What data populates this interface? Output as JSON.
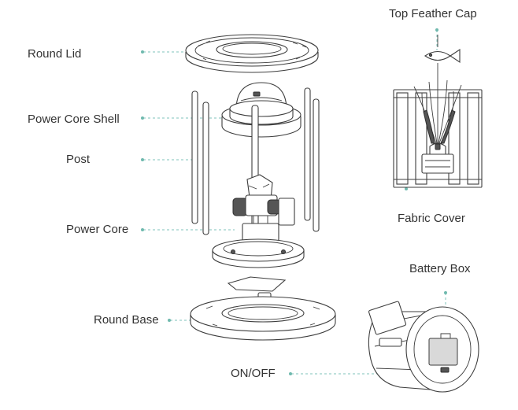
{
  "labels": {
    "round_lid": "Round Lid",
    "power_core_shell": "Power Core Shell",
    "post": "Post",
    "power_core": "Power Core",
    "round_base": "Round Base",
    "on_off": "ON/OFF",
    "top_feather_cap": "Top Feather Cap",
    "fabric_cover": "Fabric Cover",
    "battery_box": "Battery Box"
  },
  "colors": {
    "leader_line": "#7fc3bb",
    "leader_dot": "#6fb9ae",
    "outline": "#3d3d3d",
    "label_text": "#333333"
  }
}
